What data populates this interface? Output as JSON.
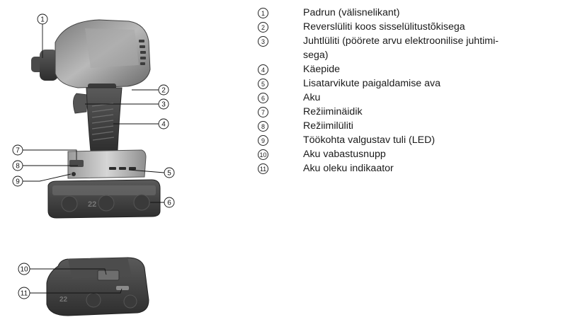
{
  "figure": {
    "callouts": [
      {
        "id": "c1",
        "label": "1"
      },
      {
        "id": "c2",
        "label": "2"
      },
      {
        "id": "c3",
        "label": "3"
      },
      {
        "id": "c4",
        "label": "4"
      },
      {
        "id": "c5",
        "label": "5"
      },
      {
        "id": "c6",
        "label": "6"
      },
      {
        "id": "c7",
        "label": "7"
      },
      {
        "id": "c8",
        "label": "8"
      },
      {
        "id": "c9",
        "label": "9"
      },
      {
        "id": "c10",
        "label": "10"
      },
      {
        "id": "c11",
        "label": "11"
      }
    ],
    "tool_battery_marking": "22",
    "battery_marking": "22"
  },
  "legend": {
    "items": [
      {
        "num": "1",
        "text": "Padrun (välisnelikant)"
      },
      {
        "num": "2",
        "text": "Reverslüliti koos sisselülitustõkisega"
      },
      {
        "num": "3",
        "text": "Juhtlüliti (pöörete arvu elektroonilise juhtimi-\nsega)"
      },
      {
        "num": "4",
        "text": "Käepide"
      },
      {
        "num": "5",
        "text": "Lisatarvikute paigaldamise ava"
      },
      {
        "num": "6",
        "text": "Aku"
      },
      {
        "num": "7",
        "text": "Režiiminäidik"
      },
      {
        "num": "8",
        "text": "Režiimilüliti"
      },
      {
        "num": "9",
        "text": "Töökohta valgustav tuli (LED)"
      },
      {
        "num": "10",
        "text": "Aku vabastusnupp"
      },
      {
        "num": "11",
        "text": "Aku oleku indikaator"
      }
    ]
  }
}
